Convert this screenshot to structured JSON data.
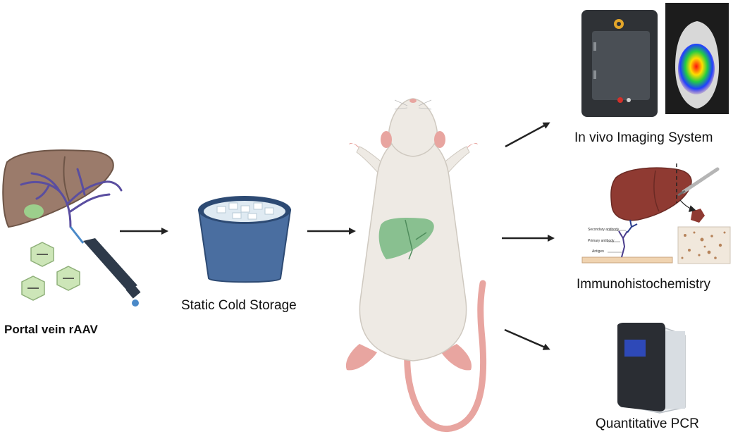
{
  "labels": {
    "portal_vein": "Portal vein rAAV",
    "cold_storage": "Static Cold Storage",
    "ivis": "In vivo Imaging System",
    "ihc": "Immunohistochemistry",
    "qpcr": "Quantitative PCR"
  },
  "ihc_diagram": {
    "secondary": "Secondary antibody",
    "primary": "Primary antibody",
    "antigen": "Antigen"
  },
  "colors": {
    "liver_donor": "#9b7b6b",
    "liver_ihc": "#8f3a32",
    "liver_graft": "#7dbb86",
    "vessel": "#5a4ea0",
    "bucket": "#4a6ea0",
    "rat_body": "#eeeae4",
    "rat_pink": "#e8a5a0",
    "arrow": "#222222",
    "virus": "#cde6b8"
  }
}
